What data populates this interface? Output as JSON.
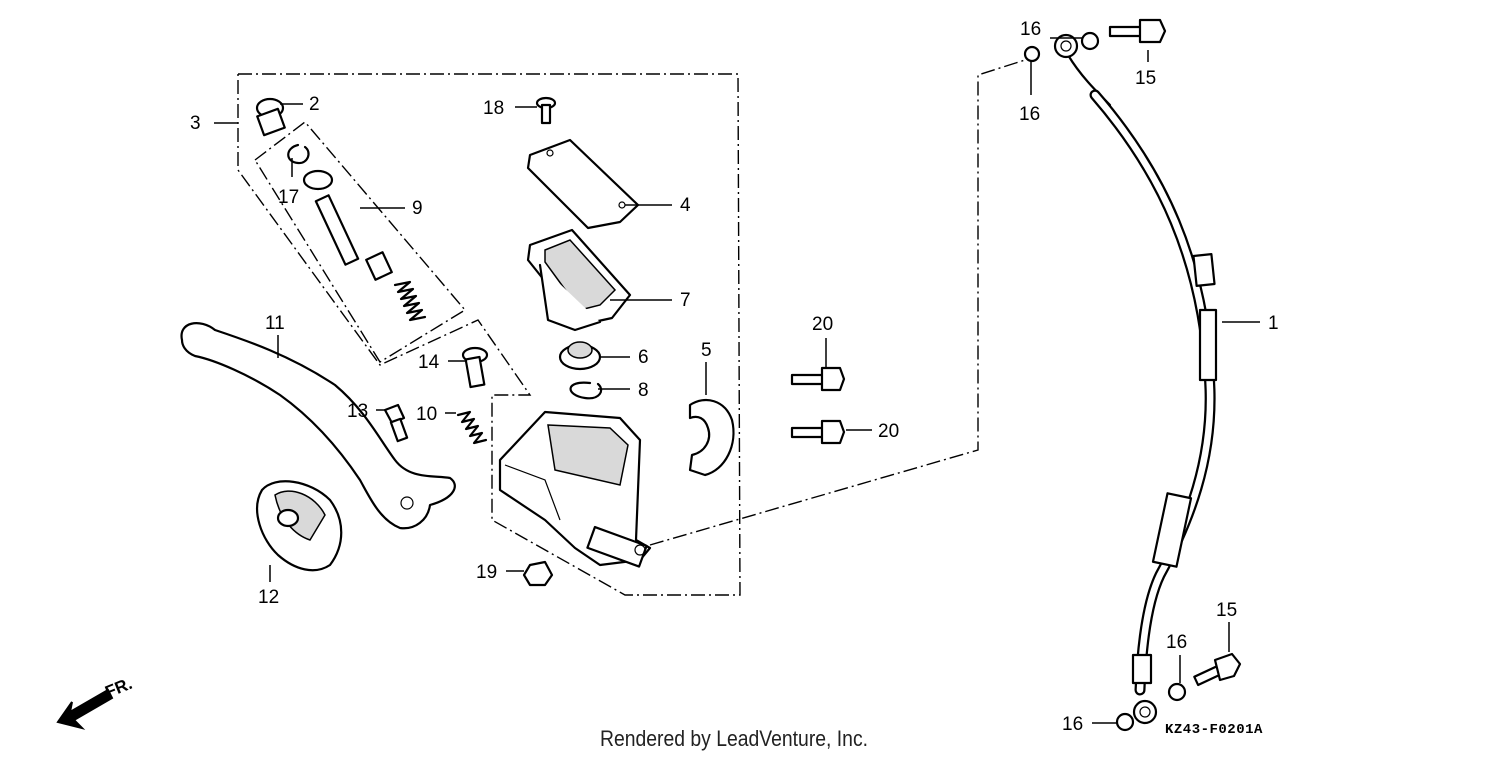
{
  "callouts": {
    "c1": "1",
    "c2": "2",
    "c3": "3",
    "c4": "4",
    "c5": "5",
    "c6": "6",
    "c7": "7",
    "c8": "8",
    "c9": "9",
    "c10": "10",
    "c11": "11",
    "c12": "12",
    "c13": "13",
    "c14": "14",
    "c15a": "15",
    "c15b": "15",
    "c16a": "16",
    "c16b": "16",
    "c16c": "16",
    "c16d": "16",
    "c17": "17",
    "c18": "18",
    "c19": "19",
    "c20a": "20",
    "c20b": "20"
  },
  "direction_label": "FR.",
  "footer": "Rendered by LeadVenture, Inc.",
  "diagram_code": "KZ43-F0201A"
}
